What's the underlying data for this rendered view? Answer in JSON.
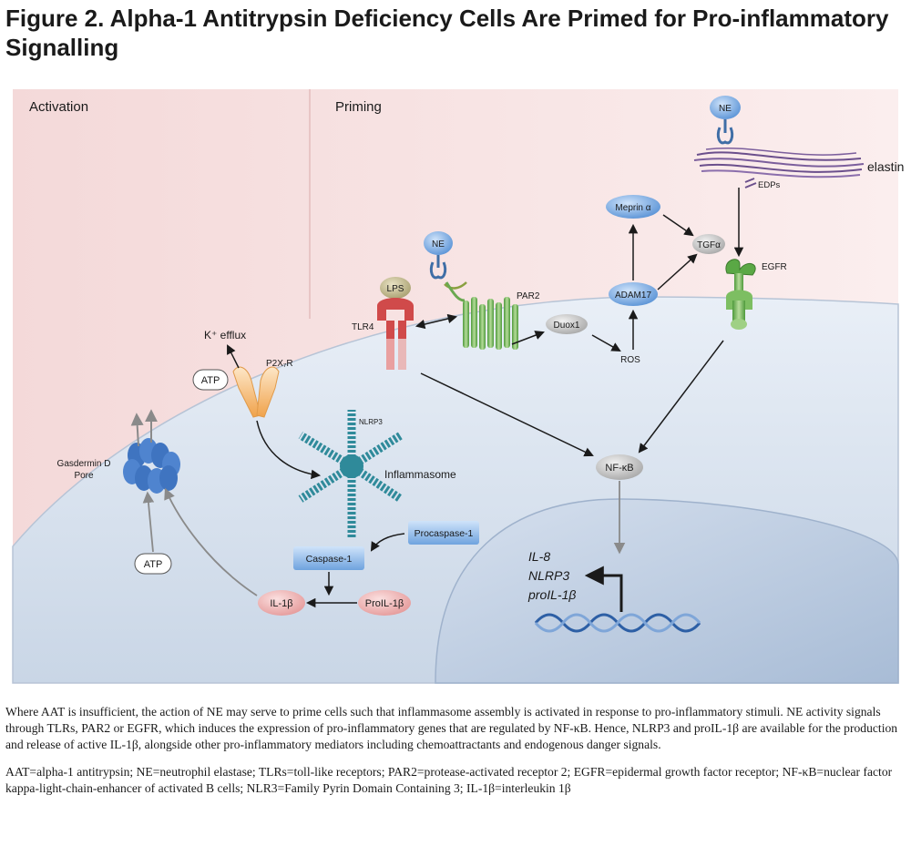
{
  "figure": {
    "title": "Figure 2. Alpha-1 Antitrypsin Deficiency Cells Are Primed for Pro-inflammatory Signalling",
    "panels": {
      "left": "Activation",
      "right": "Priming"
    }
  },
  "labels": {
    "ne_top": "NE",
    "ne_mid": "NE",
    "elastin": "elastin",
    "edps": "EDPs",
    "meprin": "Meprin α",
    "tgfa": "TGFα",
    "egfr": "EGFR",
    "adam17": "ADAM17",
    "lps": "LPS",
    "par2": "PAR2",
    "tlr4": "TLR4",
    "duox1": "Duox1",
    "ros": "ROS",
    "k_efflux": "K⁺ efflux",
    "atp_top": "ATP",
    "p2x7r": "P2X₇R",
    "nlrp3_small": "NLRP3",
    "inflammasome": "Inflammasome",
    "gasdermin_line1": "Gasdermin D",
    "gasdermin_line2": "Pore",
    "nfkb": "NF-κB",
    "procaspase": "Procaspase-1",
    "caspase": "Caspase-1",
    "atp_bottom": "ATP",
    "il1b": "IL-1β",
    "proil1b": "ProIL-1β",
    "gene_1": "IL-8",
    "gene_2": "NLRP3",
    "gene_3": "proIL-1β"
  },
  "caption": {
    "paragraph_1": "Where AAT is insufficient, the action of NE may serve to prime cells such that inflammasome assembly is activated in response to pro-inflammatory stimuli. NE activity signals through TLRs, PAR2 or EGFR, which induces the expression of pro-inflammatory genes that are regulated by NF-κB. Hence, NLRP3 and proIL-1β are available for the production and release of active IL-1β, alongside other pro-inflammatory mediators including chemoattractants and endogenous danger signals.",
    "paragraph_2": "AAT=alpha-1 antitrypsin; NE=neutrophil elastase; TLRs=toll-like receptors; PAR2=protease-activated receptor 2; EGFR=epidermal growth factor receptor; NF-κB=nuclear factor kappa-light-chain-enhancer of activated B cells; NLR3=Family Pyrin Domain Containing 3; IL-1β=interleukin 1β"
  }
}
